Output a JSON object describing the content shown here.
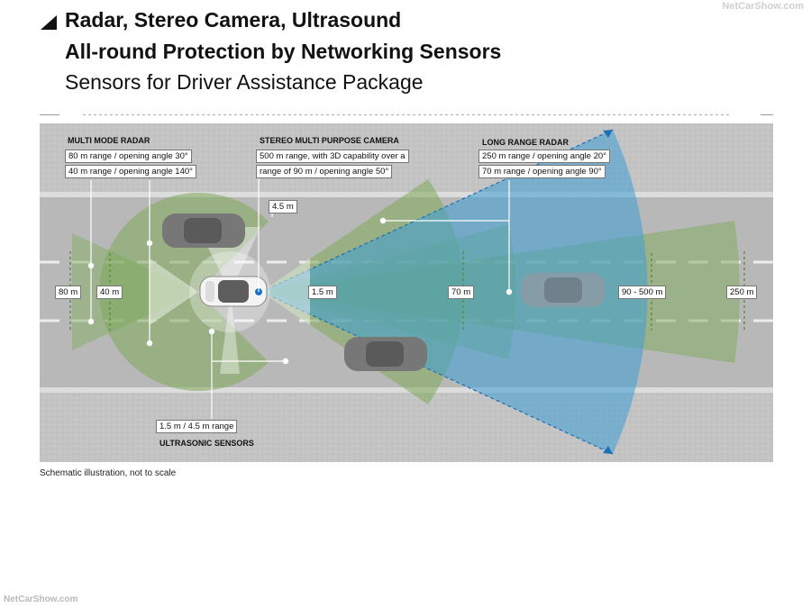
{
  "watermark_top": "NetCarShow.com",
  "watermark_bottom": "NetCarShow.com",
  "title": {
    "line1": "Radar, Stereo Camera, Ultrasound",
    "line2": "All-round Protection by Networking Sensors",
    "line3": "Sensors for Driver Assistance Package"
  },
  "sensors": {
    "multi_mode_radar": {
      "heading": "MULTI MODE RADAR",
      "spec1": "80 m range / opening angle 30°",
      "spec2": "40 m range / opening angle 140°"
    },
    "stereo_camera": {
      "heading": "STEREO MULTI PURPOSE CAMERA",
      "spec1": "500 m range, with 3D capability over a",
      "spec2": "range of 90 m / opening angle 50°"
    },
    "long_range_radar": {
      "heading": "LONG RANGE RADAR",
      "spec1": "250 m range / opening angle 20°",
      "spec2": "70 m range / opening angle 90°"
    },
    "ultrasonic": {
      "heading": "ULTRASONIC SENSORS",
      "spec1": "1.5 m / 4.5 m range"
    }
  },
  "distances": {
    "d80": "80 m",
    "d40": "40 m",
    "d45": "4.5 m",
    "d15": "1.5 m",
    "d70": "70 m",
    "d90500": "90 - 500 m",
    "d250": "250 m"
  },
  "caption": "Schematic illustration, not to scale",
  "colors": {
    "road": "#b9b9b9",
    "roadside": "#c6c6c6",
    "radar_green": "#7eaa5a",
    "camera_blue": "#3d9ed6",
    "ultrasound_white": "#ffffff"
  }
}
